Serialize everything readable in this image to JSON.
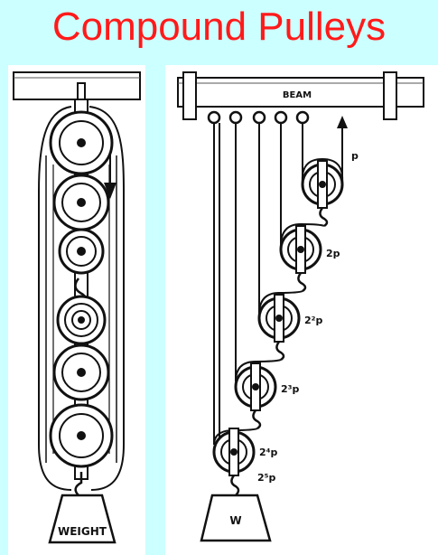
{
  "title": "Compound Pulleys",
  "left_diagram": {
    "weight_label": "WEIGHT"
  },
  "right_diagram": {
    "beam_label": "BEAM",
    "force_labels": [
      "p",
      "2p",
      "2²p",
      "2³p",
      "2⁴p",
      "2⁵p"
    ],
    "weight_label": "W"
  }
}
